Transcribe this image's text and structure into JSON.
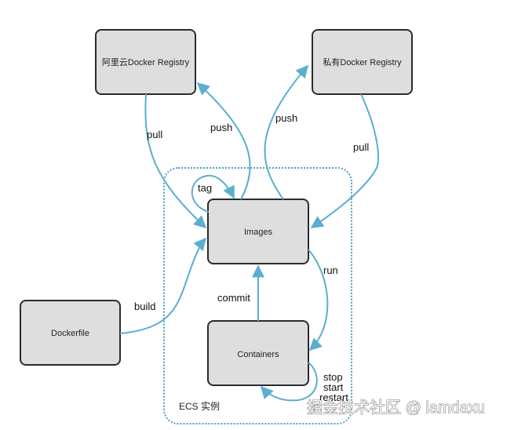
{
  "nodes": {
    "aliyun": "阿里云Docker Registry",
    "private": "私有Docker Registry",
    "images": "Images",
    "containers": "Containers",
    "dockerfile": "Dockerfile"
  },
  "edges": {
    "pull_left": "pull",
    "push_left": "push",
    "push_right": "push",
    "pull_right": "pull",
    "tag": "tag",
    "build": "build",
    "run": "run",
    "commit": "commit",
    "stop": "stop",
    "start": "start",
    "restart": "restart"
  },
  "region": {
    "label": "ECS 实例"
  },
  "watermark": "掘金技术社区 @ lamdaxu",
  "colors": {
    "arrow": "#5aaed0",
    "node_fill": "#dedede",
    "node_border": "#2b2b2b",
    "region_border": "#4aa3b8"
  }
}
